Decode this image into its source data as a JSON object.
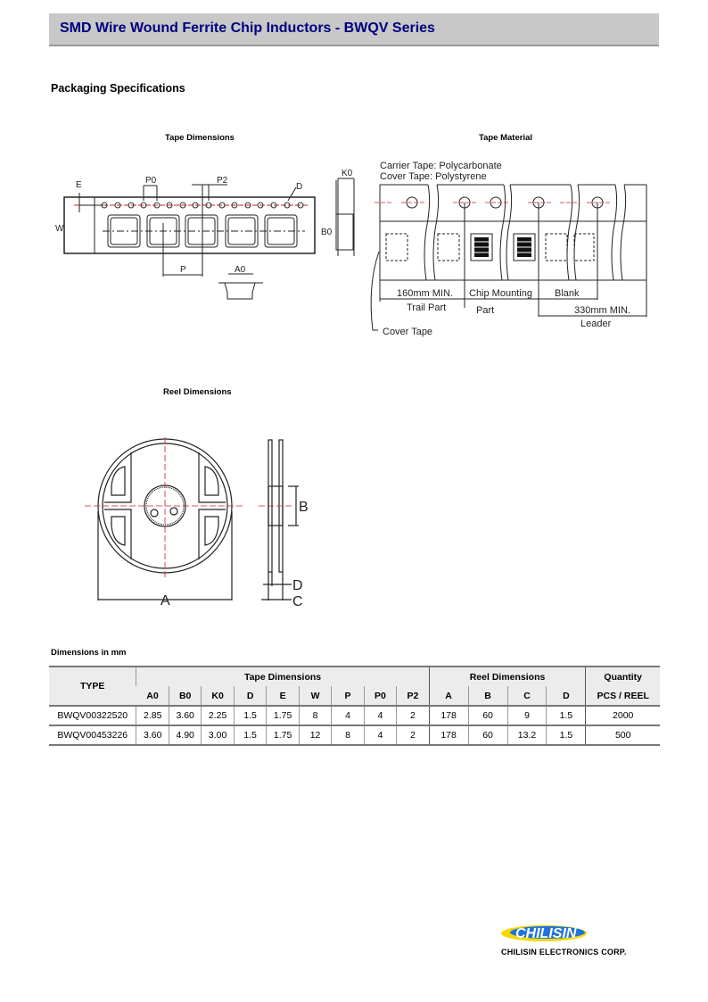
{
  "header": {
    "title": "SMD Wire Wound Ferrite Chip Inductors - BWQV Series"
  },
  "section_title": "Packaging Specifications",
  "tape_dimensions": {
    "caption": "Tape Dimensions",
    "labels": {
      "E": "E",
      "P0": "P0",
      "P2": "P2",
      "D": "D",
      "W": "W",
      "P": "P",
      "A0": "A0",
      "K0": "K0",
      "B0": "B0"
    }
  },
  "tape_material": {
    "caption": "Tape Material",
    "carrier": "Carrier Tape: Polycarbonate",
    "cover": "Cover Tape: Polystyrene",
    "trail_len": "160mm MIN.",
    "trail": "Trail Part",
    "chip1": "Chip Mounting",
    "chip2": "Part",
    "blank": "Blank",
    "leader_len": "330mm MIN.",
    "leader": "Leader",
    "cover_tape": "Cover Tape"
  },
  "reel_dimensions": {
    "caption": "Reel Dimensions",
    "labels": {
      "A": "A",
      "B": "B",
      "C": "C",
      "D": "D"
    }
  },
  "table": {
    "caption": "Dimensions in mm",
    "type_header": "TYPE",
    "group_tape": "Tape Dimensions",
    "group_reel": "Reel Dimensions",
    "group_qty": "Quantity",
    "cols": [
      "A0",
      "B0",
      "K0",
      "D",
      "E",
      "W",
      "P",
      "P0",
      "P2",
      "A",
      "B",
      "C",
      "D",
      "PCS / REEL"
    ],
    "rows": [
      [
        "BWQV00322520",
        "2.85",
        "3.60",
        "2.25",
        "1.5",
        "1.75",
        "8",
        "4",
        "4",
        "2",
        "178",
        "60",
        "9",
        "1.5",
        "2000"
      ],
      [
        "BWQV00453226",
        "3.60",
        "4.90",
        "3.00",
        "1.5",
        "1.75",
        "12",
        "8",
        "4",
        "2",
        "178",
        "60",
        "13.2",
        "1.5",
        "500"
      ]
    ]
  },
  "footer": {
    "logo_text": "CHILISIN",
    "company": "CHILISIN ELECTRONICS CORP."
  },
  "colors": {
    "title": "#000080",
    "header_bg": "#c8c8c8",
    "centerline": "#d02020"
  }
}
